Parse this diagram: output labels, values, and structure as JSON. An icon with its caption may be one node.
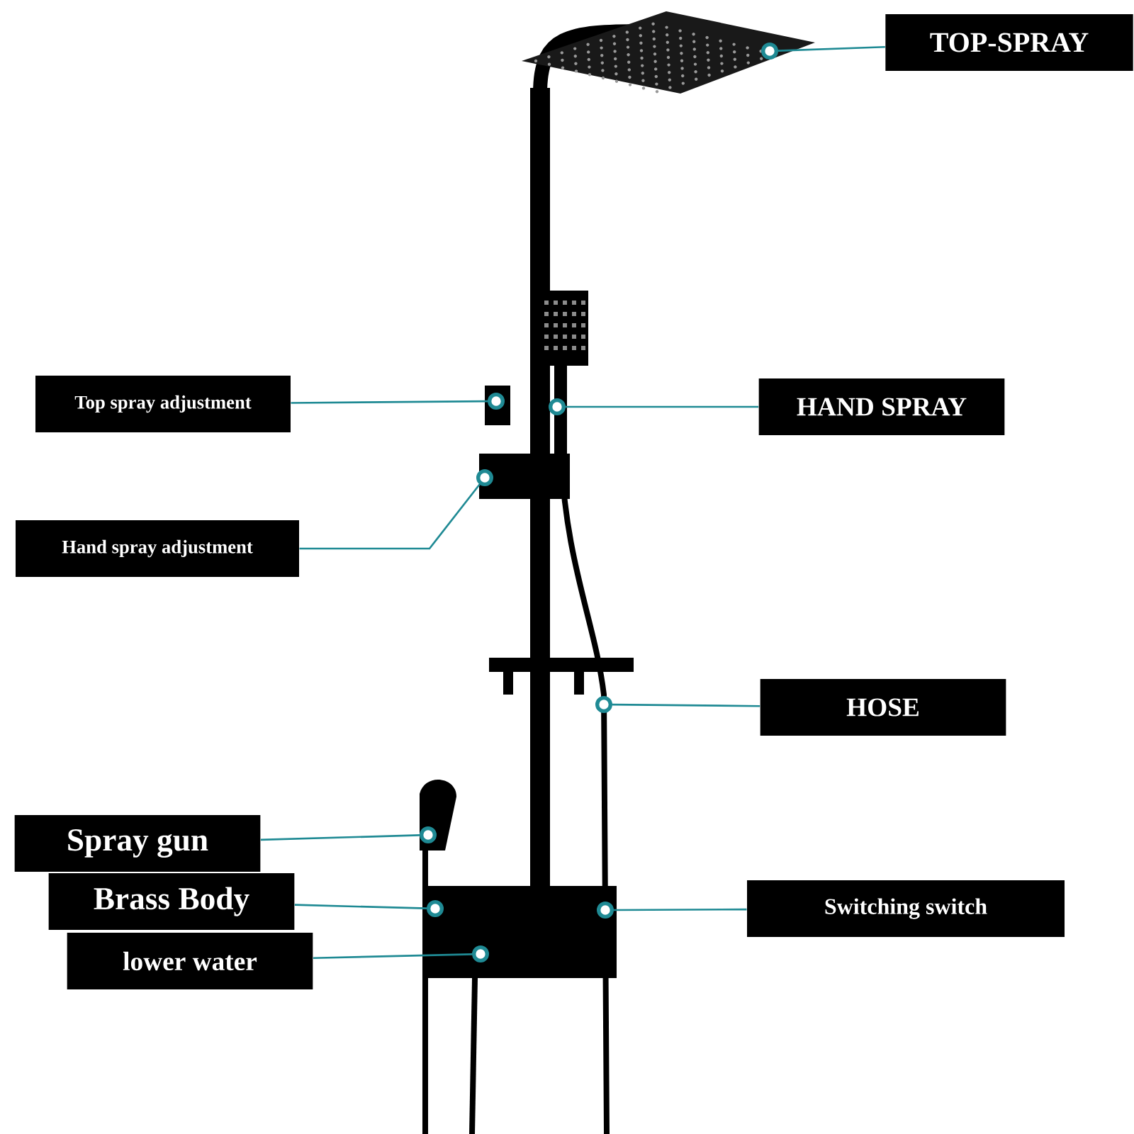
{
  "diagram": {
    "nodes": [
      {
        "text": [
          "TOP-SPRAY"
        ]
      },
      {
        "text": [
          "Top spray adjustment"
        ]
      },
      {
        "text": [
          "HAND SPRAY"
        ]
      },
      {
        "text": [
          "Hand spray adjustment"
        ]
      },
      {
        "text": [
          "HOSE"
        ]
      },
      {
        "text": [
          "Spray gun"
        ]
      },
      {
        "text": [
          "Brass Body"
        ]
      },
      {
        "text": [
          "Switching switch"
        ]
      },
      {
        "text": [
          "lower water"
        ]
      },
      {
        "text": [],
        "shape": "circle"
      },
      {
        "text": [],
        "shape": "circle"
      },
      {
        "text": [],
        "shape": "circle"
      },
      {
        "text": [],
        "shape": "circle"
      },
      {
        "text": [],
        "shape": "circle"
      },
      {
        "text": [],
        "shape": "circle"
      },
      {
        "text": [],
        "shape": "circle"
      },
      {
        "text": [],
        "shape": "circle"
      },
      {
        "text": [],
        "shape": "circle"
      }
    ],
    "edges": [
      {
        "from": 0,
        "to": 9,
        "arrow": "none"
      },
      {
        "from": 1,
        "to": 10,
        "arrow": "none"
      },
      {
        "from": 2,
        "to": 11,
        "arrow": "none"
      },
      {
        "from": 3,
        "to": 12,
        "arrow": "none"
      },
      {
        "from": 4,
        "to": 13,
        "arrow": "none"
      },
      {
        "from": 5,
        "to": 14,
        "arrow": "none"
      },
      {
        "from": 6,
        "to": 15,
        "arrow": "none"
      },
      {
        "from": 7,
        "to": 16,
        "arrow": "none"
      },
      {
        "from": 8,
        "to": 17,
        "arrow": "none"
      }
    ]
  }
}
